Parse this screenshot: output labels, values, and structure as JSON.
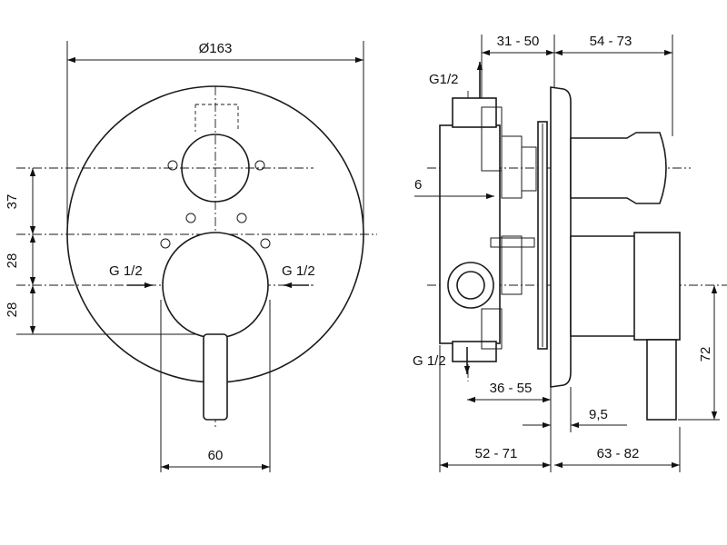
{
  "front_view": {
    "diameter_label": "Ø163",
    "dim_37": "37",
    "dim_28_upper": "28",
    "dim_28_lower": "28",
    "inlet_left": "G 1/2",
    "inlet_right": "G 1/2",
    "dim_60": "60"
  },
  "side_view": {
    "dim_31_50": "31 - 50",
    "dim_54_73": "54 - 73",
    "outlet_top": "G1/2",
    "dim_6": "6",
    "outlet_bottom": "G 1/2",
    "dim_36_55": "36 - 55",
    "dim_9_5": "9,5",
    "dim_72": "72",
    "dim_52_71": "52 - 71",
    "dim_63_82": "63 - 82"
  }
}
